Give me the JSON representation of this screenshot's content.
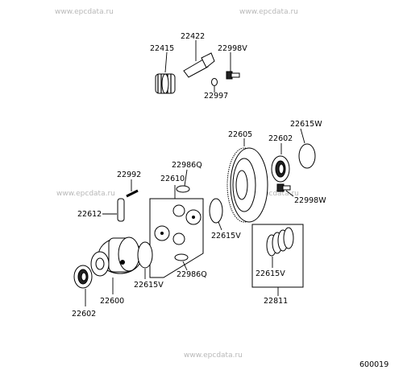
{
  "watermarks": [
    "www.epcdata.ru",
    "www.epcdata.ru",
    "www.epcdata.ru",
    "www.epcdata.ru",
    "www.epcdata.ru"
  ],
  "diagram_id": "600019",
  "parts": {
    "p22422": "22422",
    "p22415": "22415",
    "p22998v": "22998V",
    "p22997": "22997",
    "p22605": "22605",
    "p22602_top": "22602",
    "p22615w": "22615W",
    "p22986q_top": "22986Q",
    "p22992": "22992",
    "p22610": "22610",
    "p22998w": "22998W",
    "p22612": "22612",
    "p22615v_mid": "22615V",
    "p22986q_bot": "22986Q",
    "p22615v_bot": "22615V",
    "p22615v_right": "22615V",
    "p22811": "22811",
    "p22600": "22600",
    "p22602_bot": "22602"
  }
}
